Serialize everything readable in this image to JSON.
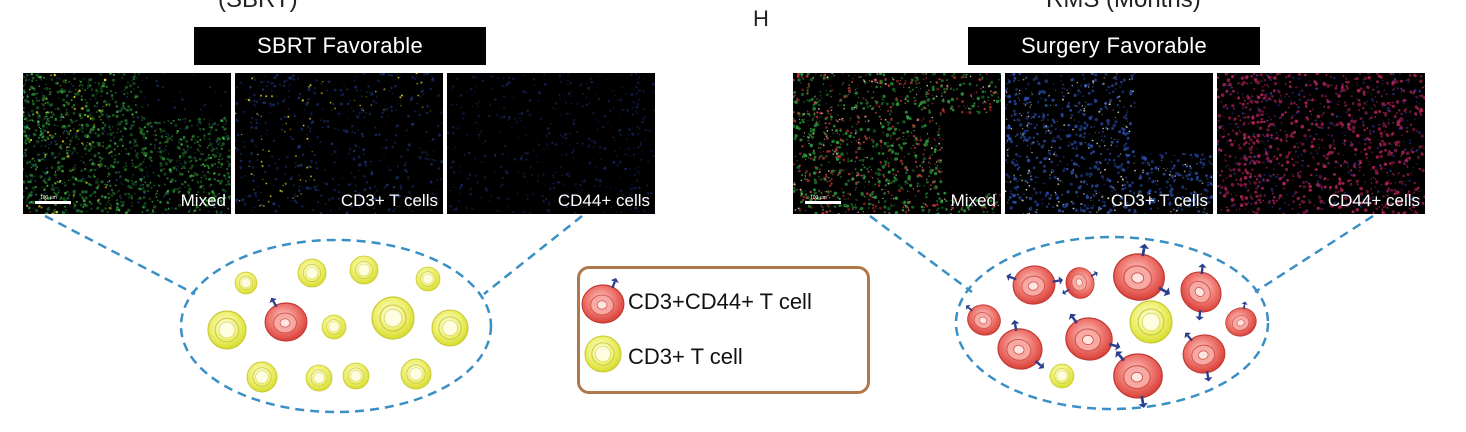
{
  "top_cut_left": "(SBRT)",
  "top_cut_right": "RMS (Months)",
  "panel_letter": "H",
  "left_panel": {
    "title": "SBRT  Favorable",
    "images": [
      {
        "label": "Mixed",
        "scale": "100 μm"
      },
      {
        "label": "CD3+ T cells"
      },
      {
        "label": "CD44+ cells"
      }
    ]
  },
  "right_panel": {
    "title": "Surgery Favorable",
    "images": [
      {
        "label": "Mixed",
        "scale": "100 μm"
      },
      {
        "label": "CD3+ T cells"
      },
      {
        "label": "CD44+ cells"
      }
    ]
  },
  "legend": {
    "items": [
      {
        "label": "CD3+CD44+ T cell"
      },
      {
        "label": "CD3+ T cell"
      }
    ]
  },
  "colors": {
    "dashed_line": "#3a8fc4",
    "legend_border": "#b0784a",
    "red_cell": "#e8504a",
    "yellow_cell": "#e3ea3c",
    "receptor": "#2a3d8f"
  }
}
